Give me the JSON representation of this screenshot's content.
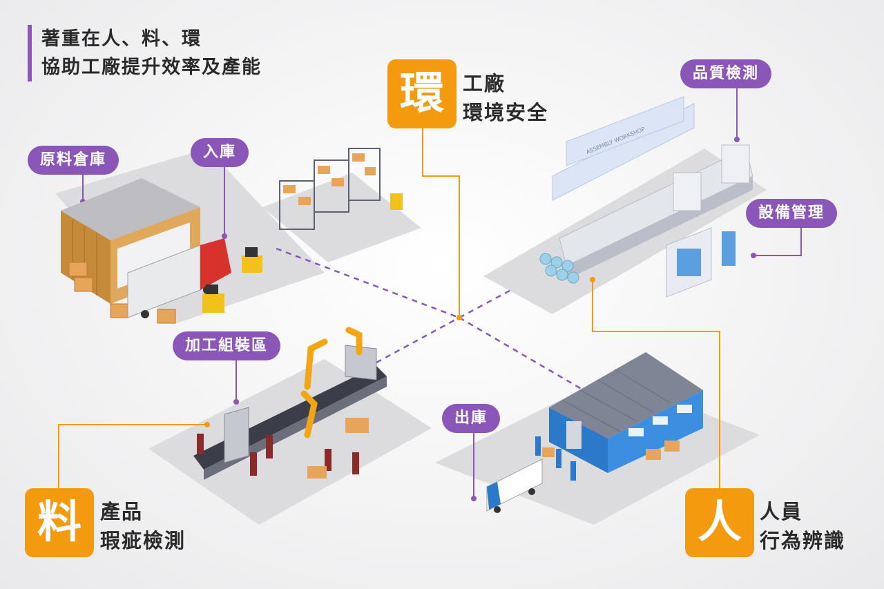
{
  "headline": {
    "line1": "著重在人、料、環",
    "line2": "協助工廠提升效率及產能"
  },
  "areas": {
    "raw_warehouse": "原料倉庫",
    "inbound": "入庫",
    "processing": "加工組裝區",
    "outbound": "出庫",
    "quality": "品質檢測",
    "equipment": "設備管理"
  },
  "focus": {
    "environment": {
      "badge": "環",
      "line1": "工廠",
      "line2": "環境安全"
    },
    "material": {
      "badge": "料",
      "line1": "產品",
      "line2": "瑕疵檢測"
    },
    "people": {
      "badge": "人",
      "line1": "人員",
      "line2": "行為辨識"
    }
  },
  "illustration": {
    "assembly_screen_text": "ASSEMBLY WORKSHOP"
  },
  "colors": {
    "purple": "#8a56b8",
    "orange": "#f39a0f",
    "ground": "#d9d9dc"
  }
}
